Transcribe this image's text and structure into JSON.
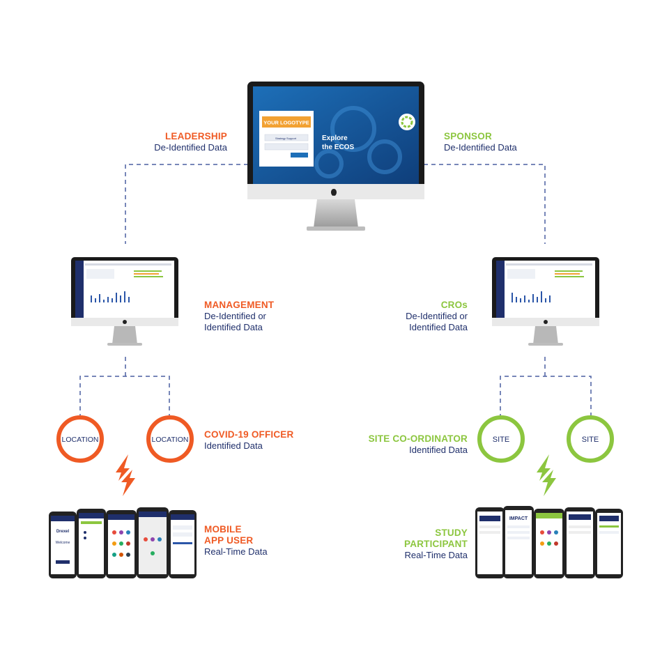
{
  "colors": {
    "orange": "#ef5a24",
    "green": "#8cc63f",
    "navy": "#1f2f6b",
    "connector": "#4a5fa0"
  },
  "main_monitor": {
    "logo_text": "YOUR LOGOTYPE",
    "headline_line1": "Explore",
    "headline_line2": "the ECOS",
    "field1": "Strategy Support"
  },
  "labels": {
    "leadership": {
      "title": "LEADERSHIP",
      "line1": "De-Identified Data"
    },
    "sponsor": {
      "title": "SPONSOR",
      "line1": "De-Identified Data"
    },
    "management": {
      "title": "MANAGEMENT",
      "line1": "De-Identified or",
      "line2": "Identified Data"
    },
    "cros": {
      "title": "CROs",
      "line1": "De-Identified or",
      "line2": "Identified Data"
    },
    "covid_officer": {
      "title": "COVID-19 OFFICER",
      "line1": "Identified Data"
    },
    "site_coordinator": {
      "title": "SITE CO-ORDINATOR",
      "line1": "Identified Data"
    },
    "mobile_user": {
      "title_line1": "MOBILE",
      "title_line2": "APP USER",
      "line1": "Real-Time Data"
    },
    "study_participant": {
      "title_line1": "STUDY",
      "title_line2": "PARTICIPANT",
      "line1": "Real-Time Data"
    }
  },
  "nodes": {
    "location_1": "LOCATION",
    "location_2": "LOCATION",
    "site_1": "SITE",
    "site_2": "SITE"
  },
  "phones": {
    "left_brand": "Drexel",
    "left_welcome": "Welcome",
    "right_brand": "IMPACT"
  }
}
